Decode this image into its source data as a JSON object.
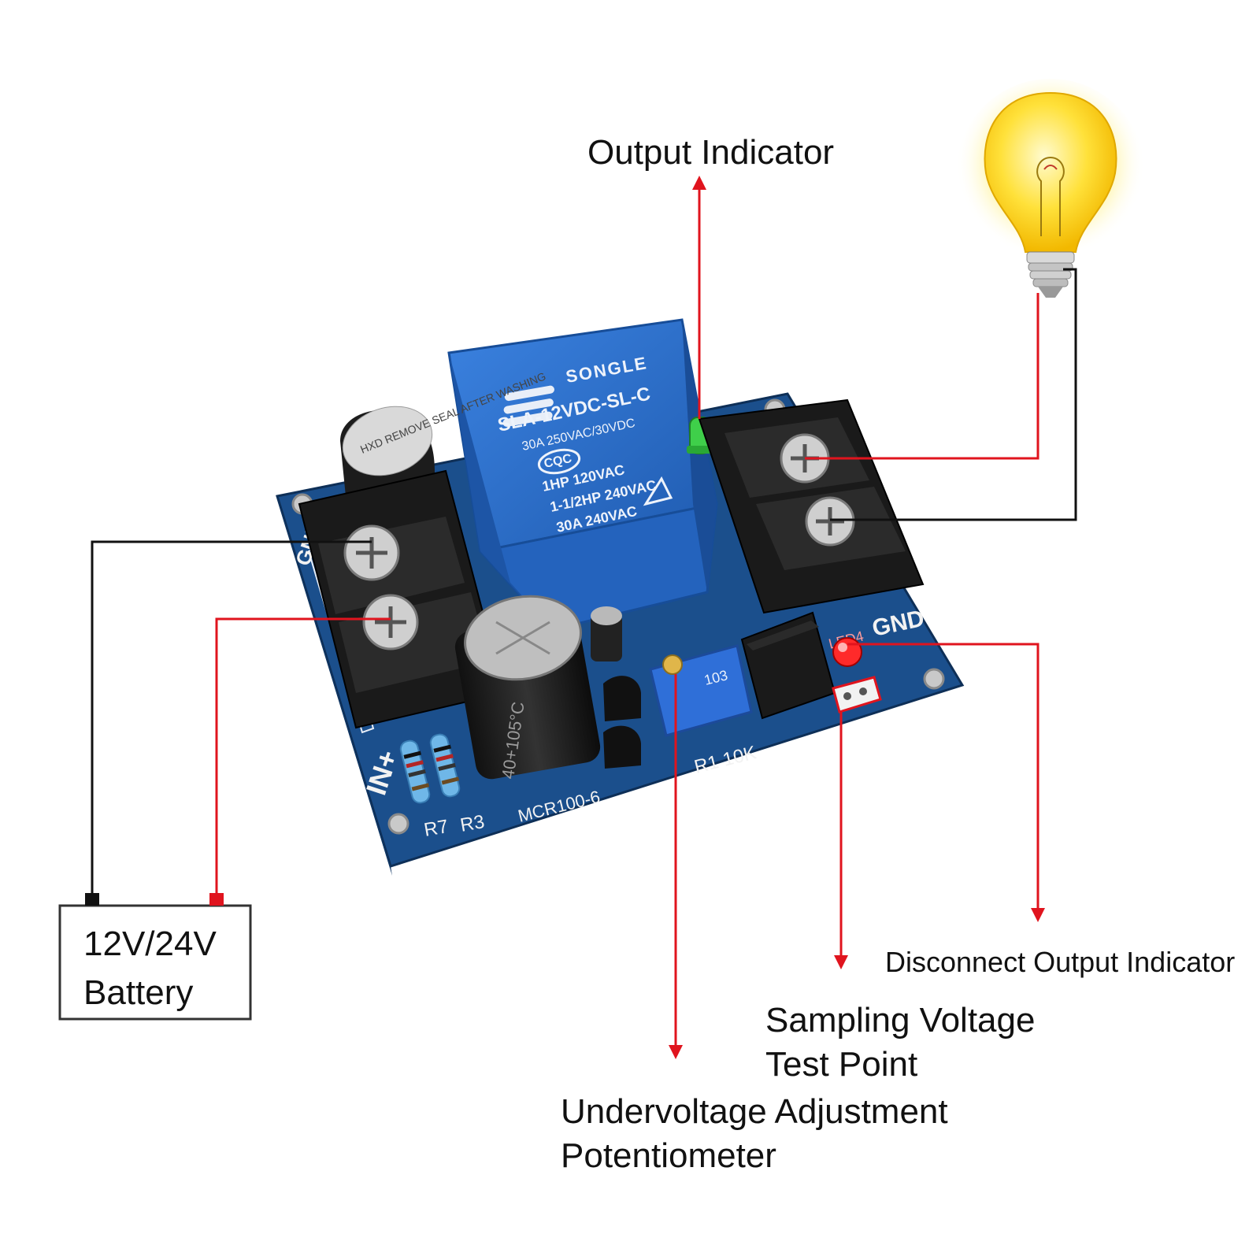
{
  "labels": {
    "output_indicator": "Output Indicator",
    "battery_line1": "12V/24V",
    "battery_line2": "Battery",
    "disconnect_output_indicator": "Disconnect Output Indicator",
    "sampling_line1": "Sampling Voltage",
    "sampling_line2": "Test Point",
    "undervoltage_line1": "Undervoltage Adjustment",
    "undervoltage_line2": "Potentiometer"
  },
  "board": {
    "relay_brand": "SONGLE",
    "relay_model": "SLA-12VDC-SL-C",
    "relay_rating1": "30A 250VAC/30VDC",
    "relay_cert": "CQC",
    "relay_rating2": "1HP 120VAC",
    "relay_rating3": "1-1/2HP 240VAC",
    "relay_rating4": "30A 240VAC",
    "buzzer_text": "HXD REMOVE SEAL AFTER WASHING",
    "capacitor_text": "40+105°C",
    "pot_text": "103",
    "silk_in_plus": "IN+",
    "silk_gnd_left": "GND",
    "silk_gnd_right": "GND",
    "silk_r7": "R7",
    "silk_r3": "R3",
    "silk_r1": "R1 10K",
    "silk_mcr": "MCR100-6",
    "silk_led": "LED4"
  },
  "colors": {
    "wire_positive": "#e0141e",
    "wire_negative": "#111111",
    "pcb": "#1b4f8c",
    "relay": "#2a6fcf",
    "terminal": "#1a1a1a",
    "bulb": "#ffd400"
  },
  "icons": [
    "light-bulb-icon"
  ]
}
